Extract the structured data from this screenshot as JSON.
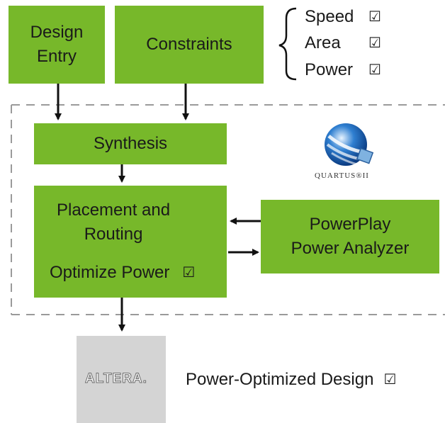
{
  "boxes": {
    "design_entry": "Design\nEntry",
    "constraints": "Constraints",
    "synthesis": "Synthesis",
    "placement_line1": "Placement and",
    "placement_line2": "Routing",
    "optimize_power": "Optimize Power",
    "powerplay_line1": "PowerPlay",
    "powerplay_line2": "Power Analyzer"
  },
  "constraint_list": [
    {
      "label": "Speed",
      "check": "☑"
    },
    {
      "label": "Area",
      "check": "☑"
    },
    {
      "label": "Power",
      "check": "☑"
    }
  ],
  "optimize_check": "☑",
  "quartus_logo_text": "QUARTUS®II",
  "altera_logo_text": "ALTERA.",
  "output_label": "Power-Optimized Design",
  "output_check": "☑",
  "colors": {
    "box_green": "#77b82a",
    "arrow": "#111111",
    "dashed_border": "#9a9a9a",
    "altera_gray": "#d4d4d4"
  }
}
